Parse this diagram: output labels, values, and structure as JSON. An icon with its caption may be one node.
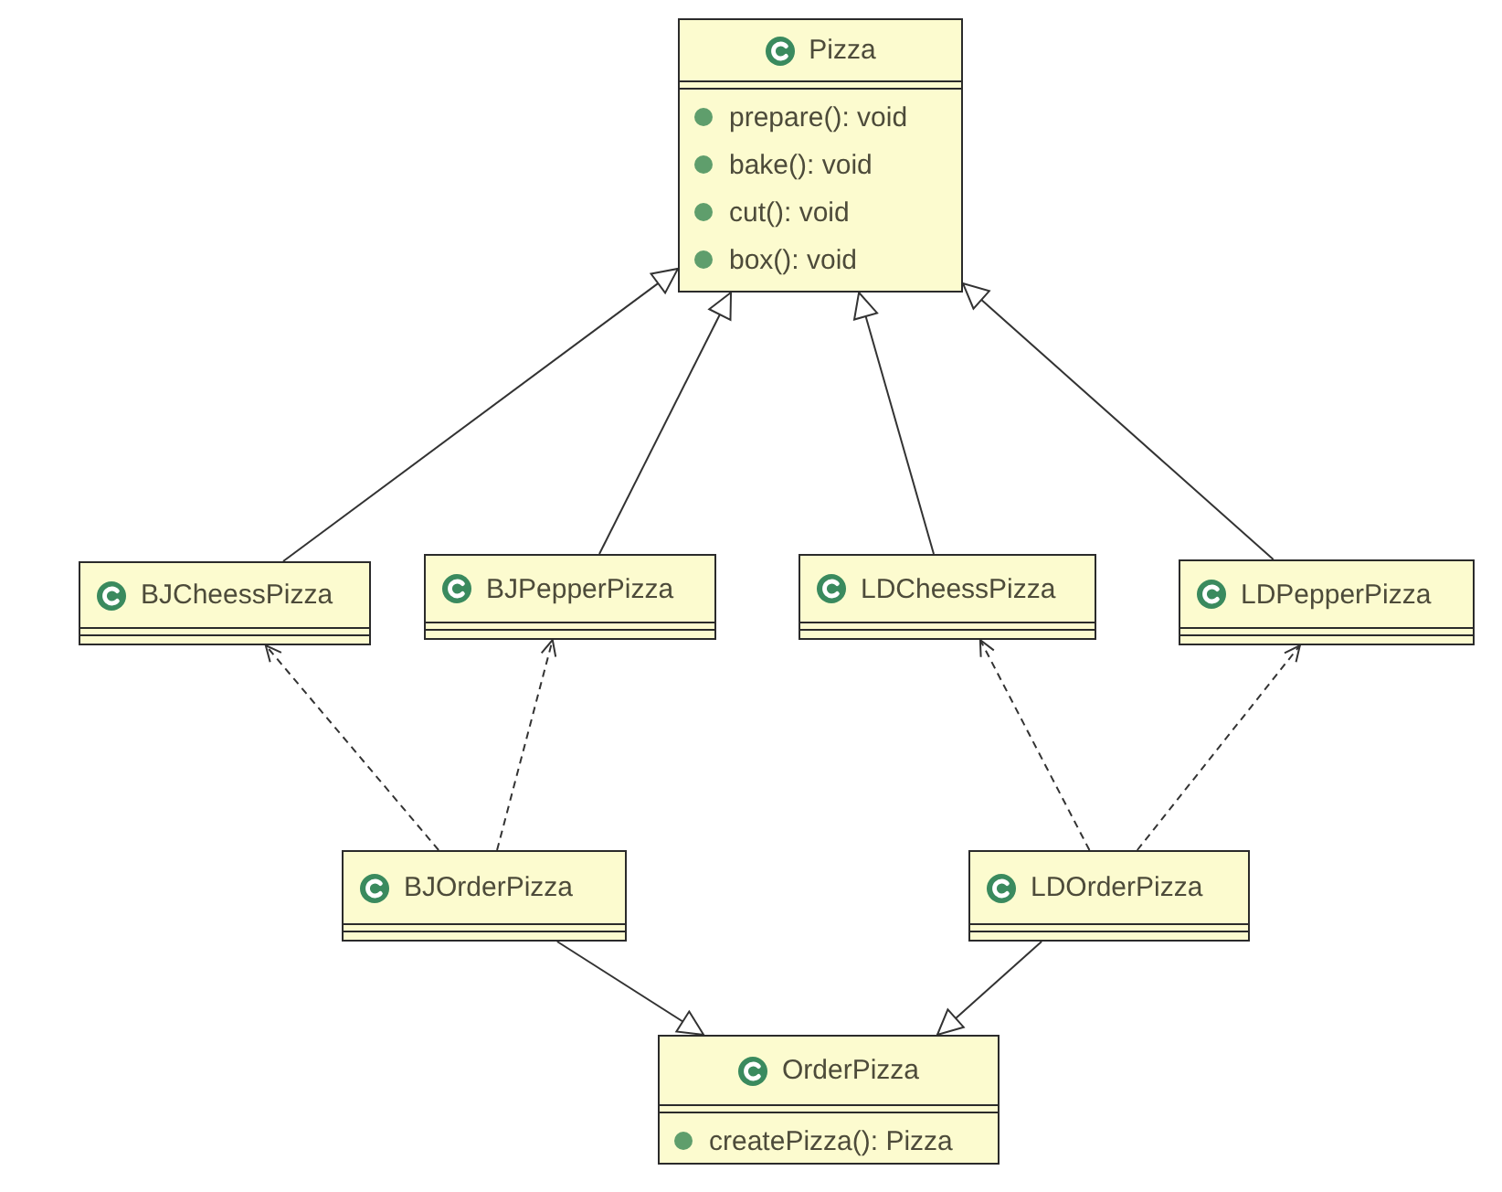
{
  "diagram": {
    "nodes": [
      {
        "text": [
          "Pizza",
          "prepare(): void",
          "bake(): void",
          "cut(): void",
          "box(): void"
        ]
      },
      {
        "text": [
          "BJCheessPizza"
        ]
      },
      {
        "text": [
          "BJPepperPizza"
        ]
      },
      {
        "text": [
          "LDCheessPizza"
        ]
      },
      {
        "text": [
          "LDPepperPizza"
        ]
      },
      {
        "text": [
          "BJOrderPizza"
        ]
      },
      {
        "text": [
          "LDOrderPizza"
        ]
      },
      {
        "text": [
          "OrderPizza",
          "createPizza(): Pizza"
        ]
      }
    ],
    "edges": [
      {
        "from": 1,
        "to": 0,
        "arrow": "to"
      },
      {
        "from": 2,
        "to": 0,
        "arrow": "to"
      },
      {
        "from": 3,
        "to": 0,
        "arrow": "to"
      },
      {
        "from": 4,
        "to": 0,
        "arrow": "to"
      },
      {
        "from": 5,
        "to": 1,
        "arrow": "to",
        "style": "dashed"
      },
      {
        "from": 5,
        "to": 2,
        "arrow": "to",
        "style": "dashed"
      },
      {
        "from": 6,
        "to": 3,
        "arrow": "to",
        "style": "dashed"
      },
      {
        "from": 6,
        "to": 4,
        "arrow": "to",
        "style": "dashed"
      },
      {
        "from": 5,
        "to": 7,
        "arrow": "to"
      },
      {
        "from": 6,
        "to": 7,
        "arrow": "to"
      }
    ]
  }
}
